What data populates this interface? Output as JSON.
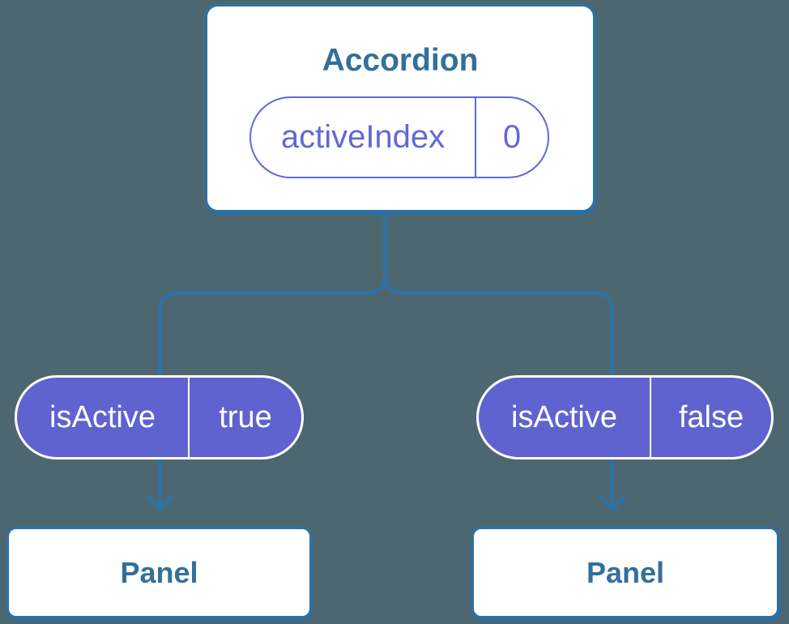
{
  "diagram": {
    "root": {
      "title": "Accordion",
      "state": {
        "name": "activeIndex",
        "value": "0"
      }
    },
    "children": [
      {
        "prop": {
          "name": "isActive",
          "value": "true"
        },
        "label": "Panel"
      },
      {
        "prop": {
          "name": "isActive",
          "value": "false"
        },
        "label": "Panel"
      }
    ],
    "colors": {
      "background": "#4d6771",
      "connector_line": "#2d72a5",
      "component_text": "#337099",
      "state_accent": "#6367d7",
      "prop_pill_fill": "#5f63cf",
      "card_fill": "#ffffff",
      "prop_pill_text": "#ffffff"
    }
  }
}
